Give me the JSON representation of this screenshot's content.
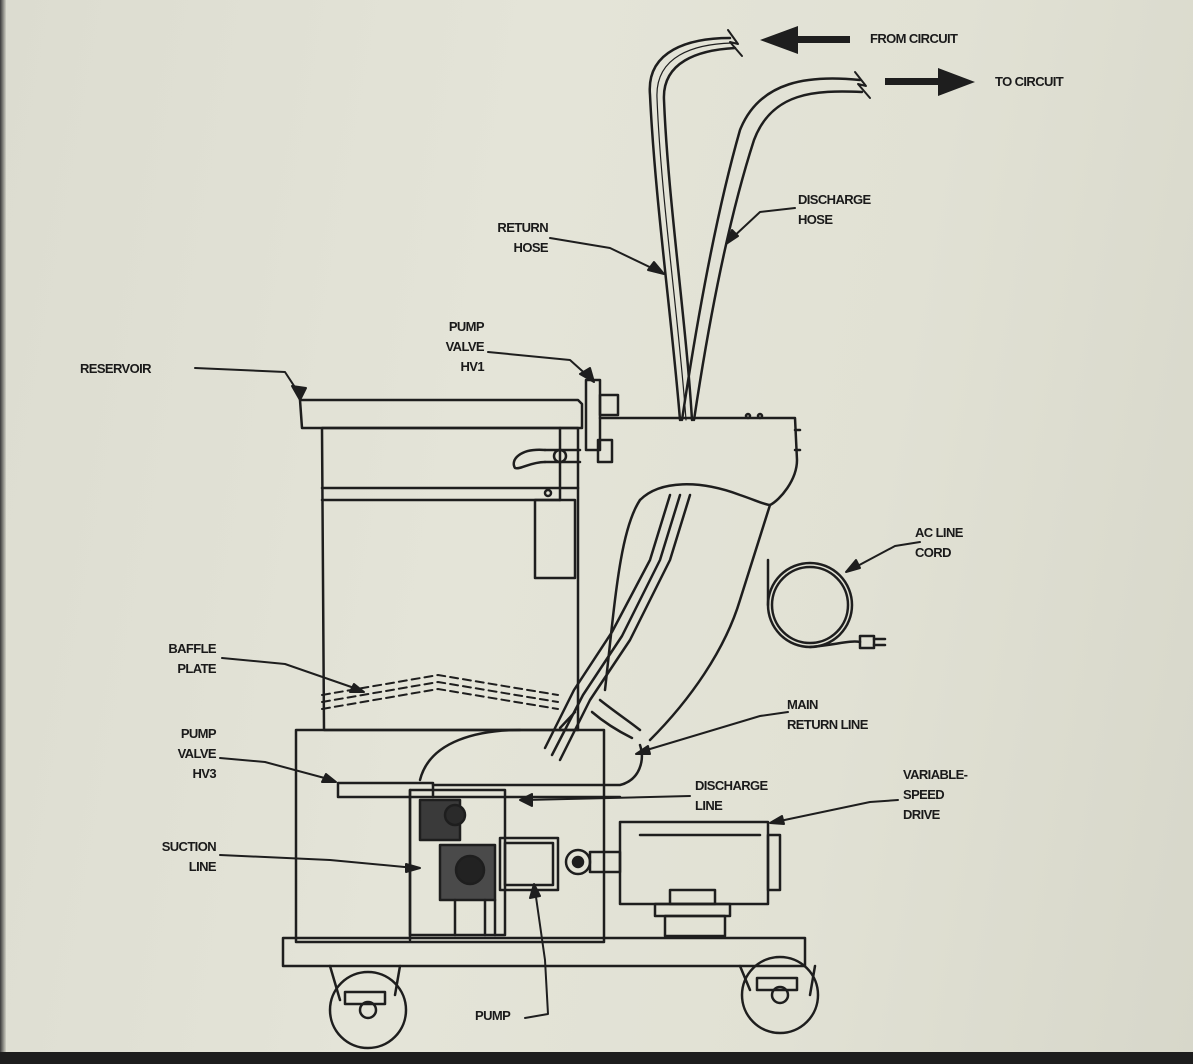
{
  "labels": {
    "from_circuit": "FROM CIRCUIT",
    "to_circuit": "TO CIRCUIT",
    "discharge_hose": "DISCHARGE\nHOSE",
    "return_hose": "RETURN\nHOSE",
    "pump_valve_hv1": "PUMP\nVALVE\nHV1",
    "reservoir": "RESERVOIR",
    "ac_line_cord": "AC LINE\nCORD",
    "baffle_plate": "BAFFLE\nPLATE",
    "main_return_line": "MAIN\nRETURN LINE",
    "pump_valve_hv3": "PUMP\nVALVE\nHV3",
    "discharge_line": "DISCHARGE\nLINE",
    "variable_speed_drive": "VARIABLE-\nSPEED\nDRIVE",
    "suction_line": "SUCTION\nLINE",
    "pump": "PUMP"
  }
}
